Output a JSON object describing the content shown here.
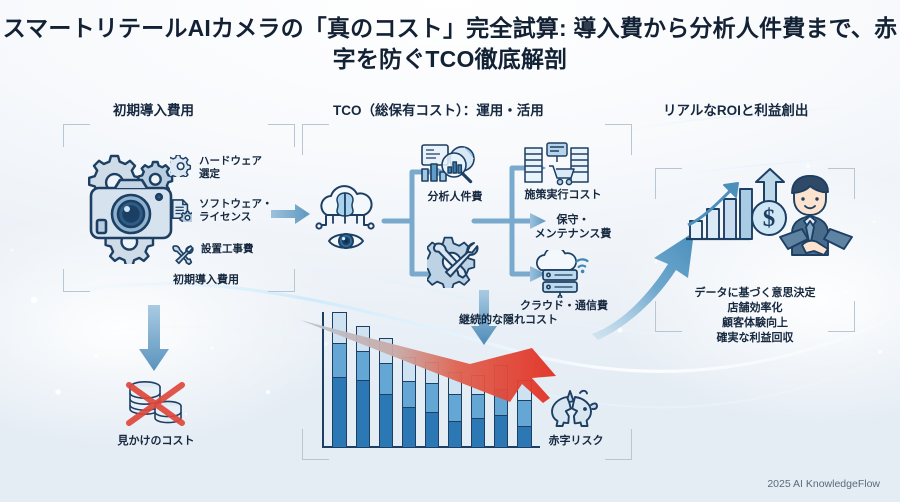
{
  "title": "スマートリテールAIカメラの「真のコスト」完全試算:\n導入費から分析人件費まで、赤字を防ぐTCO徹底解剖",
  "sections": [
    {
      "id": "initial",
      "header": "初期導入費用"
    },
    {
      "id": "tco",
      "header": "TCO（総保有コスト）：運用・活用"
    },
    {
      "id": "roi",
      "header": "リアルなROIと利益創出"
    }
  ],
  "initial_panel": {
    "main_icon": "camera-gears-icon",
    "items": [
      {
        "icon": "gear-icon",
        "label": "ハードウェア\n選定"
      },
      {
        "icon": "document-gear-icon",
        "label": "ソフトウェア・\nライセンス"
      },
      {
        "icon": "tools-icon",
        "label": "設置工事費"
      }
    ],
    "caption": "初期導入費用",
    "hidden_cost": {
      "icon": "coins-crossed-icon",
      "label": "見かけのコスト"
    }
  },
  "tco_panel": {
    "source": {
      "icon": "cloud-brain-eye-icon"
    },
    "branches": [
      {
        "icon": "analytics-magnifier-icon",
        "label": "分析人件費"
      },
      {
        "icon": "tools-gear-icon",
        "label": ""
      }
    ],
    "outputs": [
      {
        "icon": "store-cart-icon",
        "label": "施策実行コスト"
      },
      {
        "icon": "",
        "label": "保守・\nメンテナンス費"
      },
      {
        "icon": "cloud-server-wifi-icon",
        "label": "クラウド・通信費"
      }
    ],
    "hidden_cost_label": "継続的な隠れコスト",
    "risk": {
      "icon": "broken-piggy-bank-icon",
      "label": "赤字リスク"
    }
  },
  "roi_panel": {
    "icons": [
      "growth-bars-arrow-icon",
      "dollar-arrow-icon",
      "handshake-businessman-icon"
    ],
    "benefits": [
      "データに基づく意思決定",
      "店舗効率化",
      "顧客体験向上",
      "確実な利益回収"
    ]
  },
  "chart_data": {
    "type": "bar",
    "title": "",
    "xlabel": "",
    "ylabel": "",
    "stacked": true,
    "grid": false,
    "legend": "none",
    "ylim": [
      0,
      100
    ],
    "categories": [
      "1",
      "2",
      "3",
      "4",
      "5",
      "6",
      "7",
      "8",
      "9"
    ],
    "series": [
      {
        "name": "base-cost",
        "color": "#2b78b4",
        "values": [
          52,
          50,
          40,
          30,
          26,
          20,
          22,
          24,
          16
        ]
      },
      {
        "name": "mid-cost",
        "color": "#64a6d4",
        "values": [
          26,
          22,
          23,
          20,
          22,
          20,
          18,
          20,
          20
        ]
      },
      {
        "name": "hidden-cost",
        "color": "#cfe2f1",
        "values": [
          22,
          18,
          18,
          17,
          15,
          16,
          14,
          17,
          14
        ]
      }
    ]
  },
  "colors": {
    "accent_blue": "#2b78b4",
    "mid_blue": "#64a6d4",
    "light_blue": "#cfe2f1",
    "dark_outline": "#1d3f63",
    "risk_red": "#e03b2f",
    "text_dark": "#16283f",
    "frame_gray": "#b9c6d4"
  },
  "watermark": "2025 AI KnowledgeFlow"
}
